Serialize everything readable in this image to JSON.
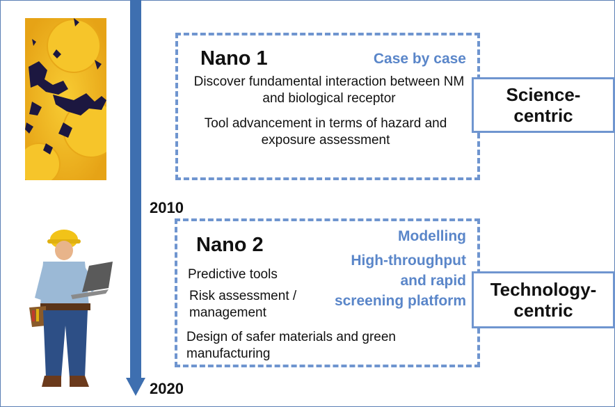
{
  "timeline": {
    "year_2010": "2010",
    "year_2020": "2020"
  },
  "nano1": {
    "title": "Nano 1",
    "label": "Case by case",
    "text1": "Discover fundamental interaction between NM and biological receptor",
    "text2": "Tool advancement in terms of hazard and exposure assessment",
    "tag": "Science-centric"
  },
  "nano2": {
    "title": "Nano 2",
    "label1": "Modelling",
    "label2": "High-throughput and rapid screening platform",
    "item1": "Predictive tools",
    "item2": "Risk assessment / management",
    "item3": "Design of safer materials and green manufacturing",
    "tag": "Technology-centric"
  },
  "colors": {
    "timeline": "#3e6fb0",
    "accent_text": "#5a86c9",
    "dashed_border": "#6f95cf",
    "nano_image_bg": "#f0b21c"
  }
}
